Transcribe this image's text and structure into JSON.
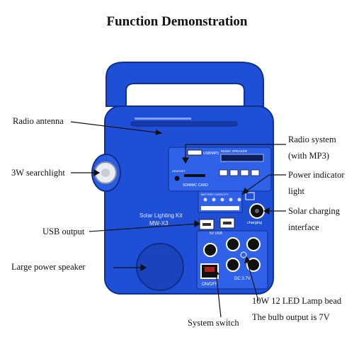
{
  "title": "Function Demonstration",
  "callouts": {
    "radio_antenna": "Radio antenna",
    "searchlight": "3W searchlight",
    "usb_output": "USB output",
    "speaker": "Large power speaker",
    "radio_system_line1": "Radio system",
    "radio_system_line2": "(with MP3)",
    "power_indicator_line1": "Power indicator",
    "power_indicator_line2": "light",
    "solar_line1": "Solar charging",
    "solar_line2": "interface",
    "lamp_line1": "10W 12 LED Lamp bead",
    "lamp_line2": "The bulb output is 7V",
    "system_switch": "System switch"
  },
  "device": {
    "model_line1": "Solar Lighting Kit",
    "model_line2": "MW-X3",
    "usb_mp3": "USB/MP3",
    "headset": "HEADSET",
    "music_speaker": "MUSIC SPEAKER",
    "sd_card": "SD/MMC CARD",
    "battery_capacity": "BATTERY CAPACITY",
    "usb_5v": "5V USB",
    "charging": "charging",
    "on_off": "ON/OFF",
    "dc_3v7": "DC 3.7V"
  },
  "colors": {
    "body_blue": "#1f4fd6",
    "dark_blue": "#163aa8",
    "panel_blue": "#2f62e8"
  }
}
